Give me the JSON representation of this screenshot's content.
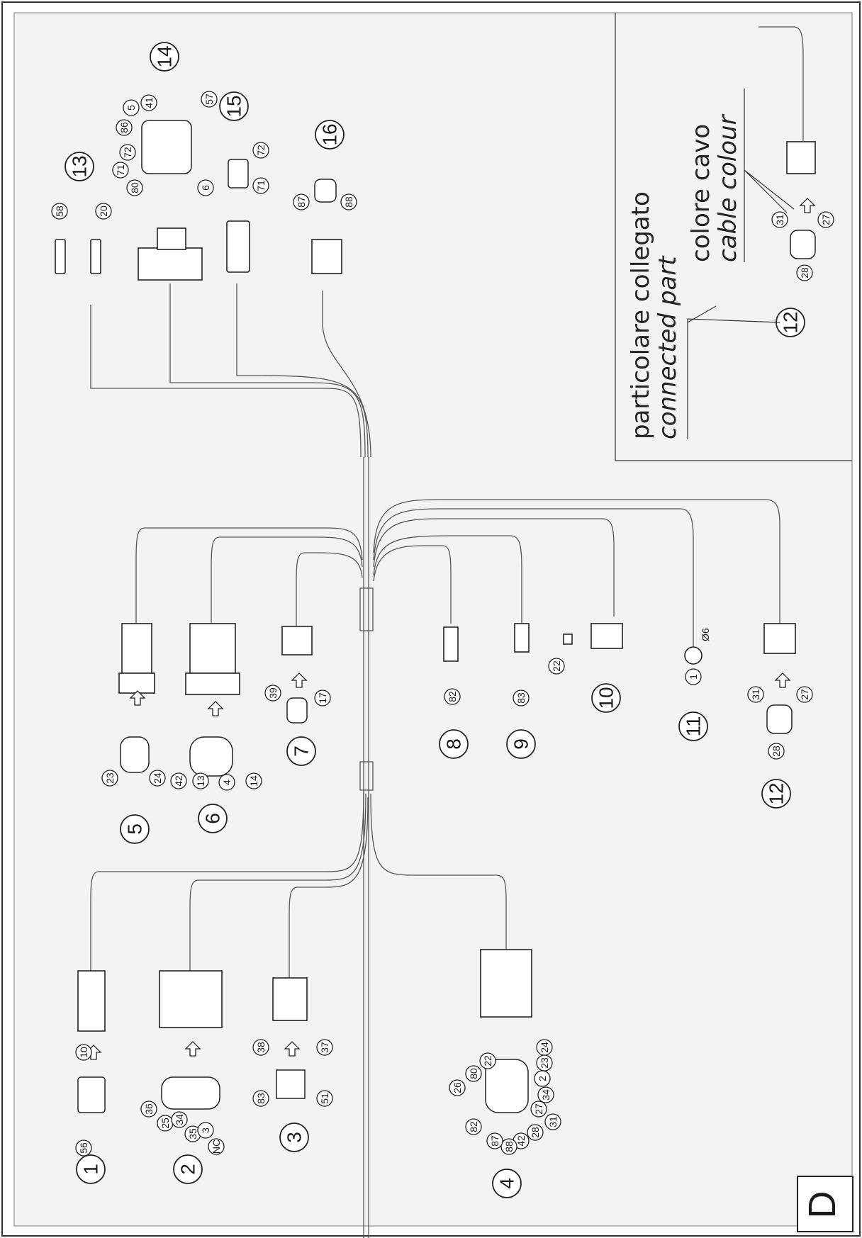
{
  "page_letter": "D",
  "legend": {
    "connected_it": "particolare collegato",
    "connected_en": "connected part",
    "colour_it": "colore cavo",
    "colour_en": "cable colour",
    "ref_number": "12",
    "pins": [
      "31",
      "27",
      "28"
    ]
  },
  "groups": [
    {
      "id": "1",
      "pins": [
        "10",
        "56"
      ]
    },
    {
      "id": "2",
      "pins": [
        "36",
        "25",
        "34",
        "35",
        "3",
        "NC"
      ]
    },
    {
      "id": "3",
      "pins": [
        "38",
        "37",
        "83",
        "51"
      ]
    },
    {
      "id": "4",
      "pins": [
        "26",
        "80",
        "22",
        "24",
        "23",
        "2",
        "34",
        "27",
        "31",
        "28",
        "42",
        "88",
        "87",
        "82"
      ]
    },
    {
      "id": "5",
      "pins": [
        "23",
        "24"
      ]
    },
    {
      "id": "6",
      "pins": [
        "42",
        "13",
        "4",
        "14"
      ]
    },
    {
      "id": "7",
      "pins": [
        "39",
        "17"
      ]
    },
    {
      "id": "8",
      "pins": [
        "82"
      ]
    },
    {
      "id": "9",
      "pins": [
        "83"
      ]
    },
    {
      "id": "10",
      "pins": [
        "22"
      ]
    },
    {
      "id": "11",
      "pins": [
        "1"
      ],
      "note": "Ø6"
    },
    {
      "id": "12",
      "pins": [
        "31",
        "27",
        "28"
      ]
    },
    {
      "id": "13",
      "pins": [
        "58",
        "20"
      ]
    },
    {
      "id": "14",
      "pins": [
        "5",
        "41",
        "57",
        "86",
        "72",
        "71",
        "80",
        "6"
      ]
    },
    {
      "id": "15",
      "pins": [
        "72",
        "71"
      ]
    },
    {
      "id": "16",
      "pins": [
        "87",
        "88"
      ]
    }
  ]
}
